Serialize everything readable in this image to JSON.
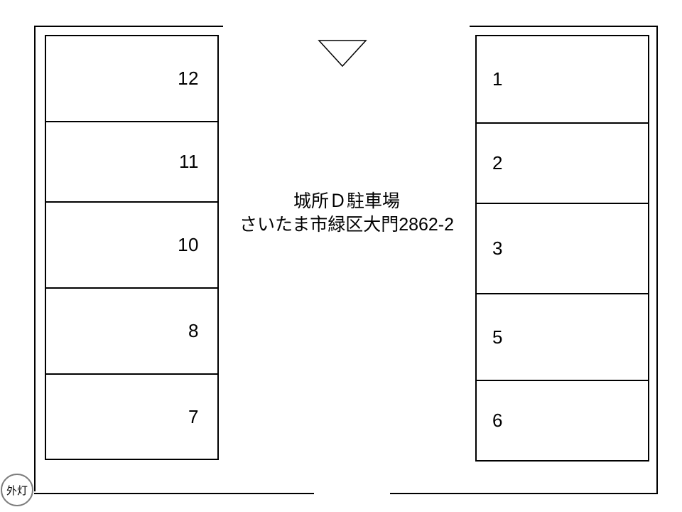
{
  "diagram": {
    "title_line1": "城所Ｄ駐車場",
    "title_line2": "さいたま市緑区大門2862-2",
    "outdoor_light_label": "外灯",
    "entrance_marker_icon": "triangle-down-icon",
    "left_column_spaces": [
      "12",
      "11",
      "10",
      "8",
      "7"
    ],
    "right_column_spaces": [
      "1",
      "2",
      "3",
      "5",
      "6"
    ],
    "colors": {
      "line": "#000000",
      "light_circle_outline": "#7d7d7d",
      "text": "#000000",
      "background": "#ffffff"
    }
  }
}
